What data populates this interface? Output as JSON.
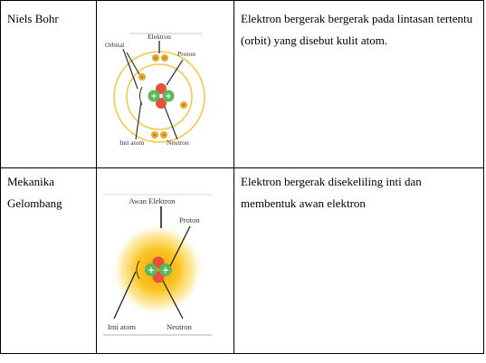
{
  "rows": [
    {
      "model": "Niels Bohr",
      "description": "Elektron bergerak bergerak pada lintasan tertentu (orbit) yang disebut kulit atom.",
      "diagram": {
        "labels": {
          "electron": "Elektron",
          "orbital": "Orbital",
          "proton": "Proton",
          "nucleus": "Inti atom",
          "neutron": "Neutron"
        }
      }
    },
    {
      "model_line1": "Mekanika",
      "model_line2": "Gelombang",
      "description": "Elektron bergerak disekeliling inti dan membentuk awan elektron",
      "diagram": {
        "labels": {
          "cloud": "Awan Elektron",
          "proton": "Proton",
          "nucleus": "Inti atom",
          "neutron": "Neutron"
        }
      }
    }
  ],
  "colors": {
    "orbit": "#f2c94c",
    "cloud": "#f7b500",
    "proton": "#e8503a",
    "neutron": "#5cb85c",
    "electron": "#e2a72e"
  }
}
